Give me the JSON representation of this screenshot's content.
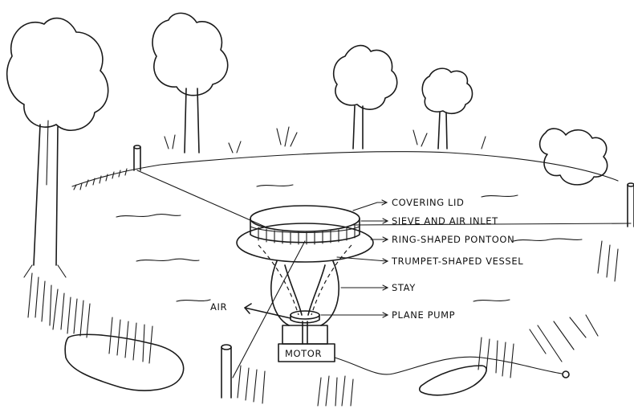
{
  "labels": {
    "covering_lid": "COVERING LID",
    "sieve_air_inlet": "SIEVE AND AIR INLET",
    "ring_pontoon": "RING-SHAPED PONTOON",
    "trumpet_vessel": "TRUMPET-SHAPED VESSEL",
    "stay": "STAY",
    "plane_pump": "PLANE PUMP",
    "air": "AIR",
    "motor": "MOTOR"
  }
}
